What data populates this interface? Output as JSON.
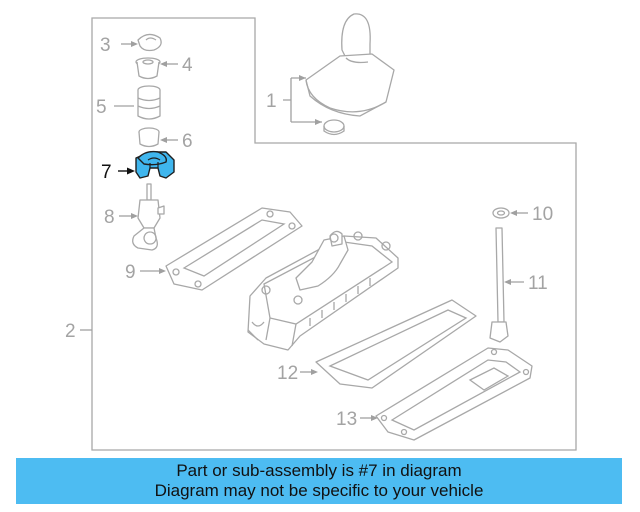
{
  "diagram": {
    "highlighted_part": "7",
    "callouts": [
      {
        "id": "1",
        "highlighted": false
      },
      {
        "id": "2",
        "highlighted": false
      },
      {
        "id": "3",
        "highlighted": false
      },
      {
        "id": "4",
        "highlighted": false
      },
      {
        "id": "5",
        "highlighted": false
      },
      {
        "id": "6",
        "highlighted": false
      },
      {
        "id": "7",
        "highlighted": true
      },
      {
        "id": "8",
        "highlighted": false
      },
      {
        "id": "9",
        "highlighted": false
      },
      {
        "id": "10",
        "highlighted": false
      },
      {
        "id": "11",
        "highlighted": false
      },
      {
        "id": "12",
        "highlighted": false
      },
      {
        "id": "13",
        "highlighted": false
      }
    ],
    "colors": {
      "highlight_fill": "#3fb6ee",
      "line_art": "#a8a8a8",
      "banner_background": "#4dbcf2",
      "callout_text": "#a3a3a3",
      "highlight_text": "#111111"
    }
  },
  "banner": {
    "line1": "Part or sub-assembly is #7 in diagram",
    "line2": "Diagram may not be specific to your vehicle"
  }
}
